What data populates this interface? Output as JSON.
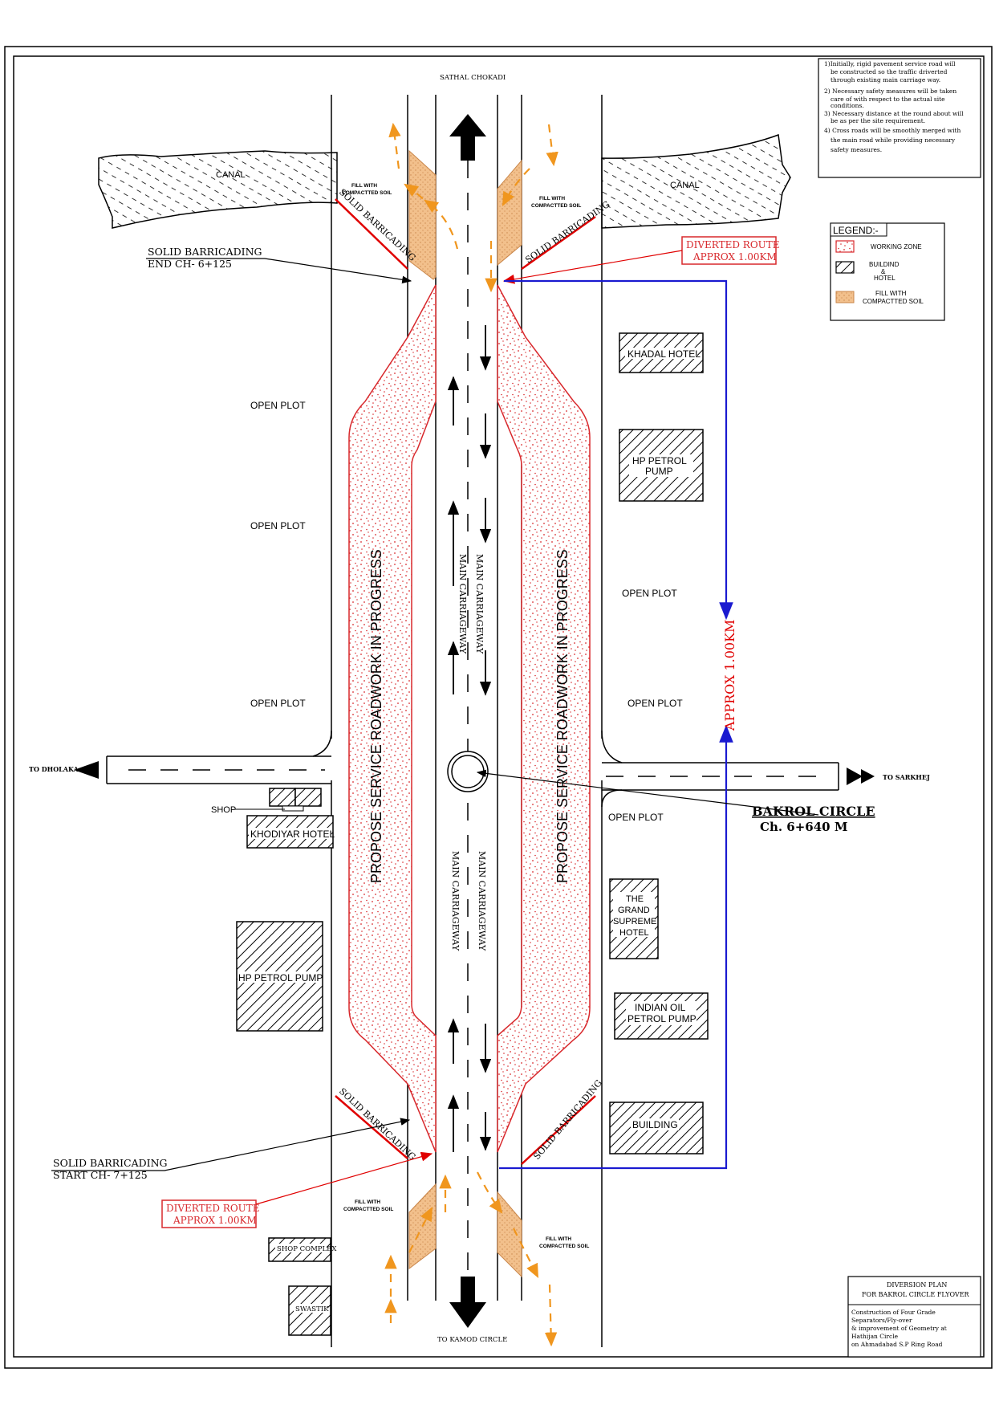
{
  "top_road": "SATHAL CHOKADI",
  "bottom_road": "TO KAMOD CIRCLE",
  "left_road": "TO DHOLAKA",
  "right_road": "TO SARKHEJ",
  "canal_label": "CANAL",
  "notes": [
    "1)Initially, rigid pavement service road will",
    "be constructed  so the traffic driverted",
    "through existing main carriage way.",
    "2) Necessary safety measures will be taken",
    "care of with respect to the actual site",
    "conditions.",
    "3) Necessary distance at the round about will",
    "be as per the site requirement.",
    "4) Cross roads will be smoothly merged with",
    "the main road while providing necessary",
    "safety measures."
  ],
  "legend": {
    "title": "LEGEND:-",
    "working_zone": "WORKING ZONE",
    "building_1": "BUILDIND",
    "building_2": "&",
    "building_3": "HOTEL",
    "fill_1": "FILL WITH",
    "fill_2": "COMPACTTED SOIL"
  },
  "fill_small_1": "FILL WITH",
  "fill_small_2": "COMPACTTED SOIL",
  "solid_barricading": "SOLID BARRICADING",
  "barricading_end_1": "SOLID BARRICADING",
  "barricading_end_2": "END CH- 6+125",
  "barricading_start_1": "SOLID BARRICADING",
  "barricading_start_2": "START CH- 7+125",
  "diverted_1": "DIVERTED ROUTE",
  "diverted_2": "APPROX 1.00KM",
  "approx_vertical": "APPROX 1.00KM",
  "propose_text": "PROPOSE SERVICE ROADWORK IN PROGRESS",
  "main_carriageway": "MAIN CARRIAGEWAY",
  "open_plot": "OPEN PLOT",
  "khadal_hotel": "KHADAL HOTEL",
  "hp_petrol_1": "HP PETROL",
  "hp_petrol_2": "PUMP",
  "hp_petrol_pump": "HP PETROL PUMP",
  "shop": "SHOP",
  "khodiyar_hotel": "KHODIYAR HOTEL",
  "grand_1": "THE",
  "grand_2": "GRAND",
  "grand_3": "SUPREME",
  "grand_4": "HOTEL",
  "indian_oil_1": "INDIAN OIL",
  "indian_oil_2": "PETROL PUMP",
  "building": "BUILDING",
  "shop_complex": "SHOP COMPLEX",
  "swastik": "SWASTIK",
  "bakrol_circle": "BAKROL CIRCLE",
  "bakrol_chainage": "Ch. 6+640 M",
  "title_block": {
    "line1": "DIVERSION PLAN",
    "line2": "FOR BAKROL CIRCLE FLYOVER",
    "desc1": "Construction of Four Grade",
    "desc2": "Separators/Fly-over",
    "desc3": "& improvement of Geometry at",
    "desc4": "Hathijan Circle",
    "desc5": "on Ahmadabad S.P Ring Road"
  },
  "colors": {
    "working_zone": "#d8282c",
    "diversion": "#1a1ad0",
    "fill_soil": "#f2c08c",
    "traffic_arrow": "#f0961e"
  }
}
